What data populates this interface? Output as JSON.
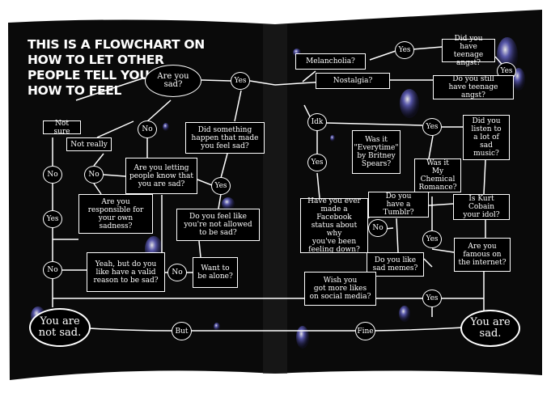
{
  "title_lines": [
    "THIS IS A FLOWCHART ON",
    "HOW TO LET OTHER",
    "PEOPLE TELL YOU",
    "HOW TO FEEL"
  ],
  "colors": {
    "page": "#0a0a0a",
    "background": "#ffffff",
    "line": "#ffffff",
    "bubble": "#3b3a8e"
  },
  "nodes": {
    "are_you_sad": "Are you sad?",
    "yes_top": "Yes",
    "not_sure": "Not sure",
    "not_really": "Not really",
    "no_a": "No",
    "did_something": "Did something\nhappen that made\nyou feel sad?",
    "no_left1": "No",
    "no_b": "No",
    "letting_know": "Are you letting\npeople know that\nyou are sad?",
    "yes_c": "Yes",
    "yes_left": "Yes",
    "responsible": "Are you\nresponsible for\nyour own sadness?",
    "not_allowed": "Do you feel like\nyou're not allowed\nto be sad?",
    "no_left2": "No",
    "valid_reason": "Yeah, but do you\nlike have a valid\nreason to be sad?",
    "no_d": "No",
    "want_alone": "Want to\nbe alone?",
    "not_sad": "You are\nnot sad.",
    "but": "But",
    "melancholia": "Melancholia?",
    "yes_r1": "Yes",
    "teenage_angst": "Did you have\nteenage angst?",
    "yes_r2": "Yes",
    "nostalgia": "Nostalgia?",
    "still_angst": "Do you still\nhave teenage angst?",
    "idk": "Idk",
    "yes_r3": "Yes",
    "everytime": "Was it\n\"Everytime\"\nby Britney\nSpears?",
    "sad_music": "Did you\nlisten to\na lot of\nsad music?",
    "yes_r4": "Yes",
    "mcr": "Was it\nMy Chemical\nRomance?",
    "facebook": "Have you ever\nmade a Facebook\nstatus about why\nyou've been\nfeeling down?",
    "tumblr": "Do you\nhave a Tumblr?",
    "kurt": "Is Kurt Cobain\nyour idol?",
    "no_r": "No",
    "yes_r5": "Yes",
    "sad_memes": "Do you like\nsad memes?",
    "famous": "Are you\nfamous on\nthe internet?",
    "more_likes": "Wish you\ngot more likes\non social media?",
    "yes_r6": "Yes",
    "fine": "Fine",
    "you_are_sad": "You are\nsad."
  }
}
